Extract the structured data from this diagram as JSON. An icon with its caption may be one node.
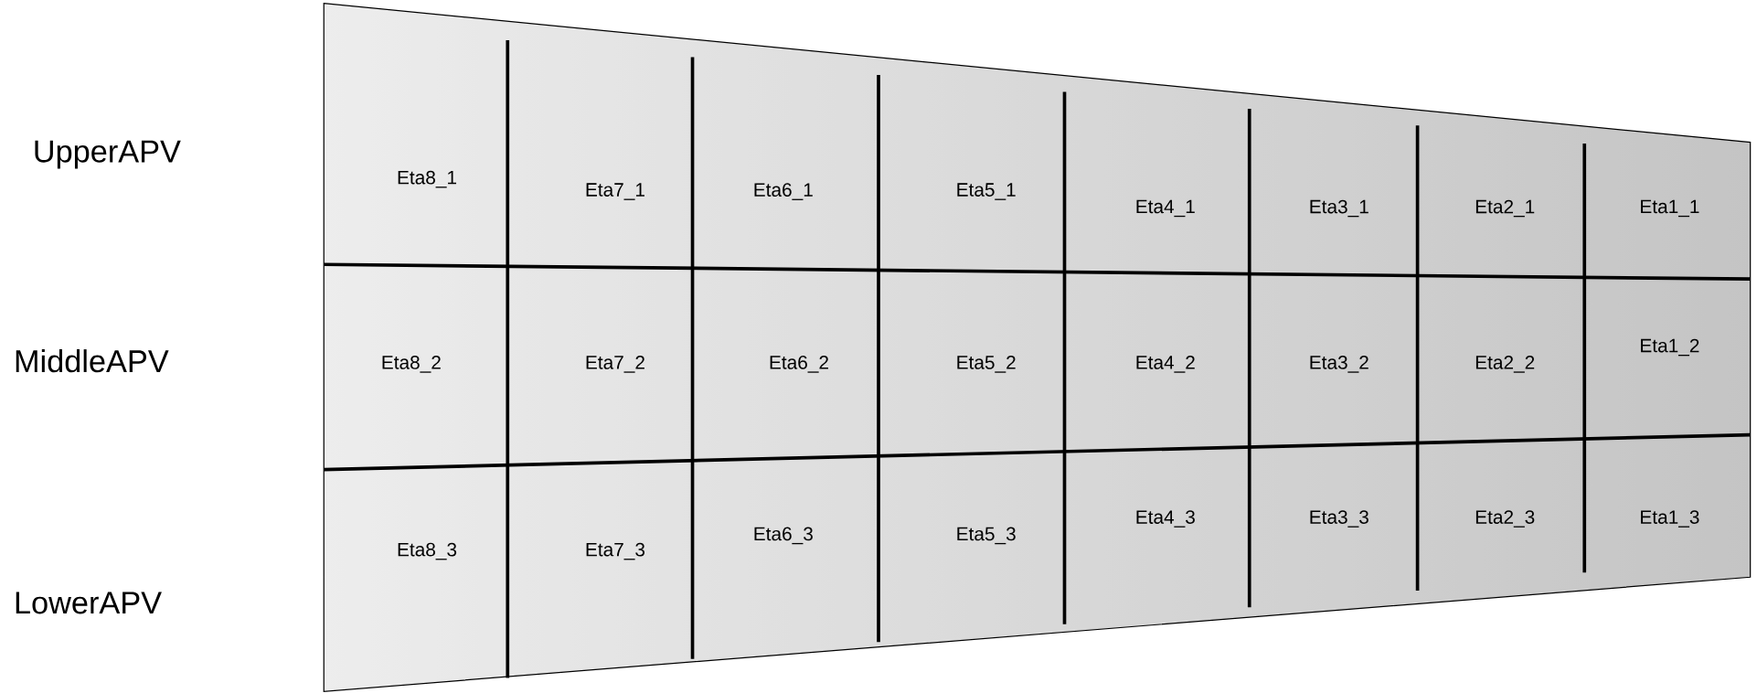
{
  "diagram": {
    "nodes": [
      {
        "text": [],
        "shape": "trapezoid"
      },
      {
        "text": [
          "Eta8_1"
        ],
        "in": 0
      },
      {
        "text": [
          "Eta7_1"
        ],
        "in": 0
      },
      {
        "text": [
          "Eta6_1"
        ],
        "in": 0
      },
      {
        "text": [
          "Eta5_1"
        ],
        "in": 0
      },
      {
        "text": [
          "Eta4_1"
        ],
        "in": 0
      },
      {
        "text": [
          "Eta3_1"
        ],
        "in": 0
      },
      {
        "text": [
          "Eta2_1"
        ],
        "in": 0
      },
      {
        "text": [
          "Eta1_1"
        ],
        "in": 0
      },
      {
        "text": [
          "Eta8_2"
        ],
        "in": 0
      },
      {
        "text": [
          "Eta7_2"
        ],
        "in": 0
      },
      {
        "text": [
          "Eta6_2"
        ],
        "in": 0
      },
      {
        "text": [
          "Eta5_2"
        ],
        "in": 0
      },
      {
        "text": [
          "Eta4_2"
        ],
        "in": 0
      },
      {
        "text": [
          "Eta3_2"
        ],
        "in": 0
      },
      {
        "text": [
          "Eta2_2"
        ],
        "in": 0
      },
      {
        "text": [
          "Eta1_2"
        ],
        "in": 0
      },
      {
        "text": [
          "Eta8_3"
        ],
        "in": 0
      },
      {
        "text": [
          "Eta7_3"
        ],
        "in": 0
      },
      {
        "text": [
          "Eta6_3"
        ],
        "in": 0
      },
      {
        "text": [
          "Eta5_3"
        ],
        "in": 0
      },
      {
        "text": [
          "Eta4_3"
        ],
        "in": 0
      },
      {
        "text": [
          "Eta3_3"
        ],
        "in": 0
      },
      {
        "text": [
          "Eta2_3"
        ],
        "in": 0
      },
      {
        "text": [
          "Eta1_3"
        ],
        "in": 0
      }
    ],
    "labels": [
      "UpperAPV",
      "MiddleAPV",
      "LowerAPV"
    ]
  }
}
